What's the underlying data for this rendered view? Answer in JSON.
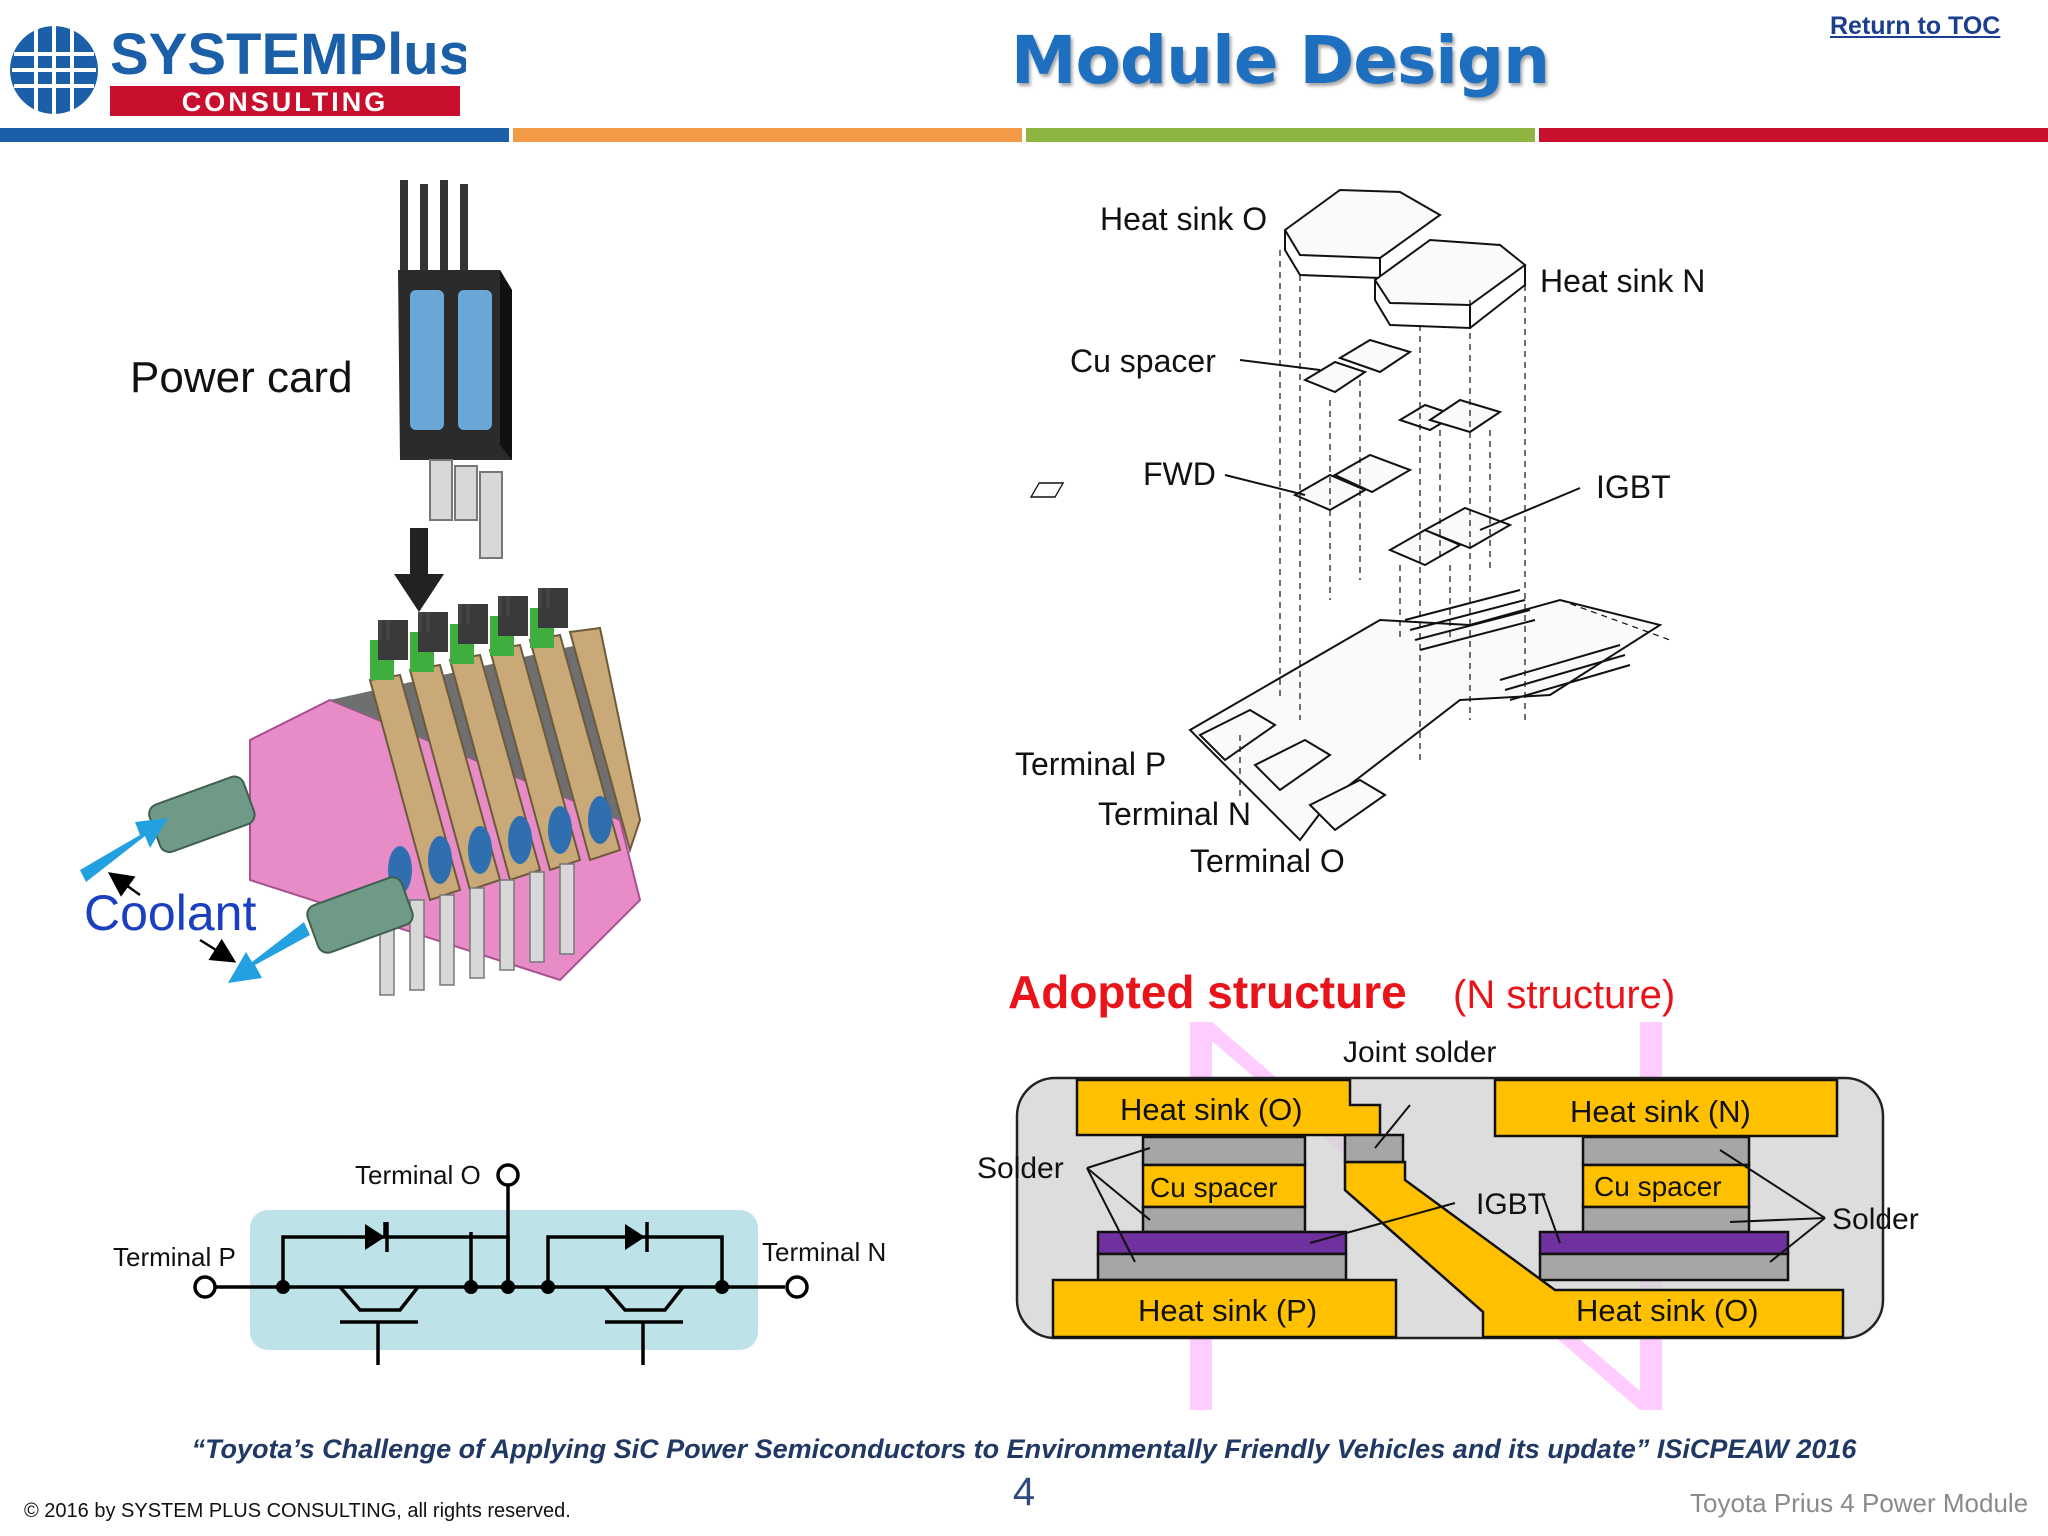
{
  "header": {
    "logo_top": "SYSTEMPlus",
    "logo_bottom": "CONSULTING",
    "title": "Module Design",
    "return_link": "Return to TOC",
    "stripe_colors": [
      "#1a5fa8",
      "#f29a46",
      "#8db53f",
      "#c8102e"
    ]
  },
  "power_card": {
    "card_label": "Power card",
    "coolant_label": "Coolant"
  },
  "exploded_view": {
    "labels": {
      "heat_sink_o": "Heat sink O",
      "heat_sink_n": "Heat sink N",
      "cu_spacer": "Cu spacer",
      "fwd": "FWD",
      "igbt": "IGBT",
      "terminal_p": "Terminal P",
      "terminal_n": "Terminal N",
      "terminal_o": "Terminal O"
    }
  },
  "circuit": {
    "terminal_o": "Terminal O",
    "terminal_p": "Terminal P",
    "terminal_n": "Terminal N"
  },
  "structure": {
    "heading": "Adopted structure",
    "heading_suffix": "(N structure)",
    "joint_solder": "Joint solder",
    "solder_left": "Solder",
    "solder_right": "Solder",
    "igbt": "IGBT",
    "heat_sink_o_top": "Heat sink (O)",
    "heat_sink_n_top": "Heat sink (N)",
    "cu_spacer_left": "Cu spacer",
    "cu_spacer_right": "Cu spacer",
    "heat_sink_p_bottom": "Heat sink (P)",
    "heat_sink_o_bottom": "Heat sink (O)",
    "colors": {
      "heat_sink": "#ffc000",
      "chip": "#7030a0",
      "letter_n": "#ffccff"
    }
  },
  "footer": {
    "reference": "“Toyota’s Challenge of Applying SiC Power Semiconductors to Environmentally Friendly Vehicles and its update” ISiCPEAW 2016",
    "page_number": "4",
    "copyright": "© 2016 by SYSTEM PLUS CONSULTING, all rights reserved.",
    "deck_title": "Toyota Prius 4 Power Module"
  }
}
